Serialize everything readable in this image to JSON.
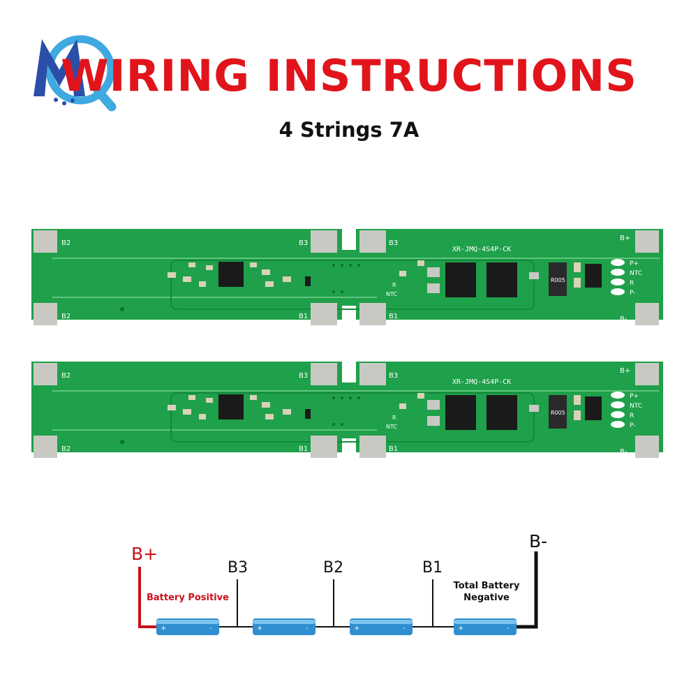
{
  "header": {
    "title": "WIRING INSTRUCTIONS",
    "subtitle": "4 Strings 7A"
  },
  "pcb": {
    "model_text": "XR-JMQ-4S4P-CK",
    "pad_labels": {
      "b2_top": "B2",
      "b2_bottom": "B2",
      "b3_left": "B3",
      "b1_left": "B1",
      "b3_right": "B3",
      "b1_right": "B1",
      "bplus": "B+",
      "bminus": "B-"
    },
    "connector_labels": [
      "P+",
      "NTC",
      "R",
      "P-"
    ],
    "small_labels": [
      "R",
      "NTC"
    ],
    "shunt_text": "R005",
    "colors": {
      "board": "#1fa04a",
      "board_dark": "#148a3a",
      "pad": "#c9c9c4",
      "silk": "#ffffff",
      "chip": "#1a1a1a"
    }
  },
  "wiring": {
    "bplus": "B+",
    "bminus": "B-",
    "b3": "B3",
    "b2": "B2",
    "b1": "B1",
    "battery_positive": "Battery Positive",
    "total_negative_line1": "Total Battery",
    "total_negative_line2": "Negative",
    "colors": {
      "positive": "#c8101a",
      "negative": "#111111",
      "cell": "#2f8fd0"
    }
  },
  "logo": {
    "icon": "mq-logo-icon",
    "colors": {
      "m": "#2b4fa8",
      "q": "#3fa9e0"
    }
  }
}
